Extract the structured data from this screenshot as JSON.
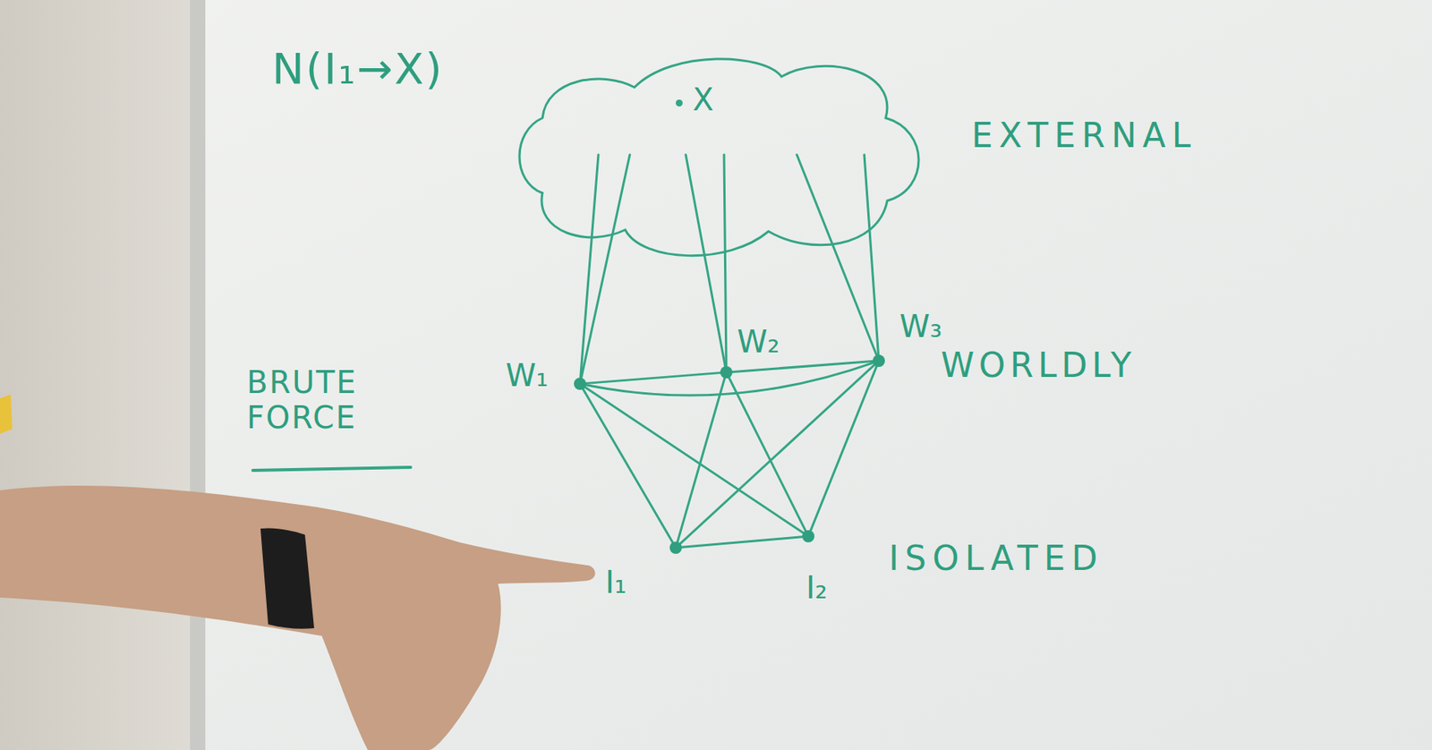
{
  "diagram": {
    "nodes": [
      {
        "text": [
          "X"
        ]
      },
      {
        "text": [
          "W₁"
        ]
      },
      {
        "text": [
          "W₂"
        ]
      },
      {
        "text": [
          "W₃"
        ]
      },
      {
        "text": [
          "I₁"
        ]
      },
      {
        "text": [
          "I₂"
        ]
      }
    ],
    "edges": [
      {
        "from": 0,
        "to": 1,
        "arrow": "none"
      },
      {
        "from": 0,
        "to": 1,
        "arrow": "none"
      },
      {
        "from": 0,
        "to": 2,
        "arrow": "none"
      },
      {
        "from": 0,
        "to": 2,
        "arrow": "none"
      },
      {
        "from": 0,
        "to": 3,
        "arrow": "none"
      },
      {
        "from": 0,
        "to": 3,
        "arrow": "none"
      },
      {
        "from": 1,
        "to": 2,
        "arrow": "none"
      },
      {
        "from": 2,
        "to": 3,
        "arrow": "none"
      },
      {
        "from": 1,
        "to": 3,
        "arrow": "none"
      },
      {
        "from": 1,
        "to": 4,
        "arrow": "none"
      },
      {
        "from": 1,
        "to": 5,
        "arrow": "none"
      },
      {
        "from": 2,
        "to": 4,
        "arrow": "none"
      },
      {
        "from": 2,
        "to": 5,
        "arrow": "none"
      },
      {
        "from": 3,
        "to": 4,
        "arrow": "none"
      },
      {
        "from": 3,
        "to": 5,
        "arrow": "none"
      },
      {
        "from": 4,
        "to": 5,
        "arrow": "none"
      }
    ],
    "labels": [
      "N(I₁→X)",
      "EXTERNAL",
      "WORLDLY",
      "BRUTE FORCE",
      "ISOLATED"
    ]
  }
}
